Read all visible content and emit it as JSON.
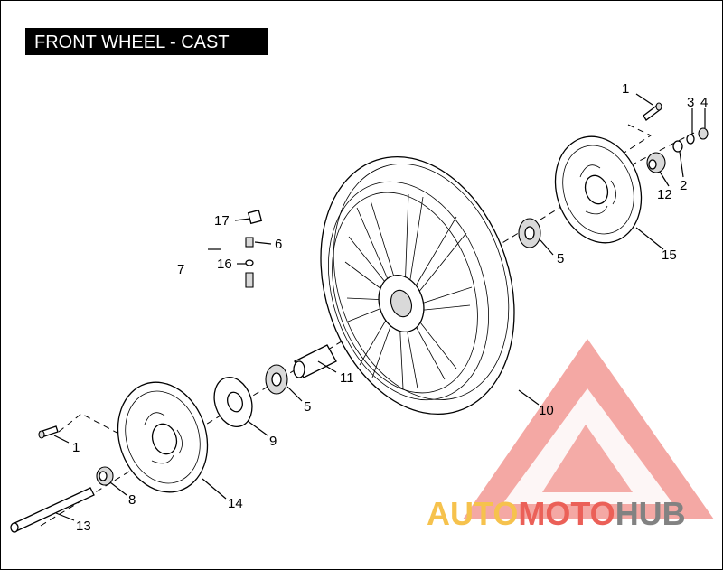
{
  "title": "FRONT WHEEL - CAST",
  "callouts": [
    "1",
    "3",
    "4",
    "12",
    "2",
    "17",
    "6",
    "7",
    "16",
    "5",
    "15",
    "11",
    "10",
    "5",
    "9",
    "1",
    "8",
    "14",
    "13"
  ],
  "watermark": {
    "auto": "AUTO",
    "moto": "MOTO",
    "hub": "HUB"
  },
  "colors": {
    "title_bg": "#000000",
    "title_text": "#ffffff",
    "line": "#000000",
    "watermark_red": "#e8453c",
    "watermark_yellow": "#f5b82e",
    "watermark_gray": "#6d6d6d"
  }
}
